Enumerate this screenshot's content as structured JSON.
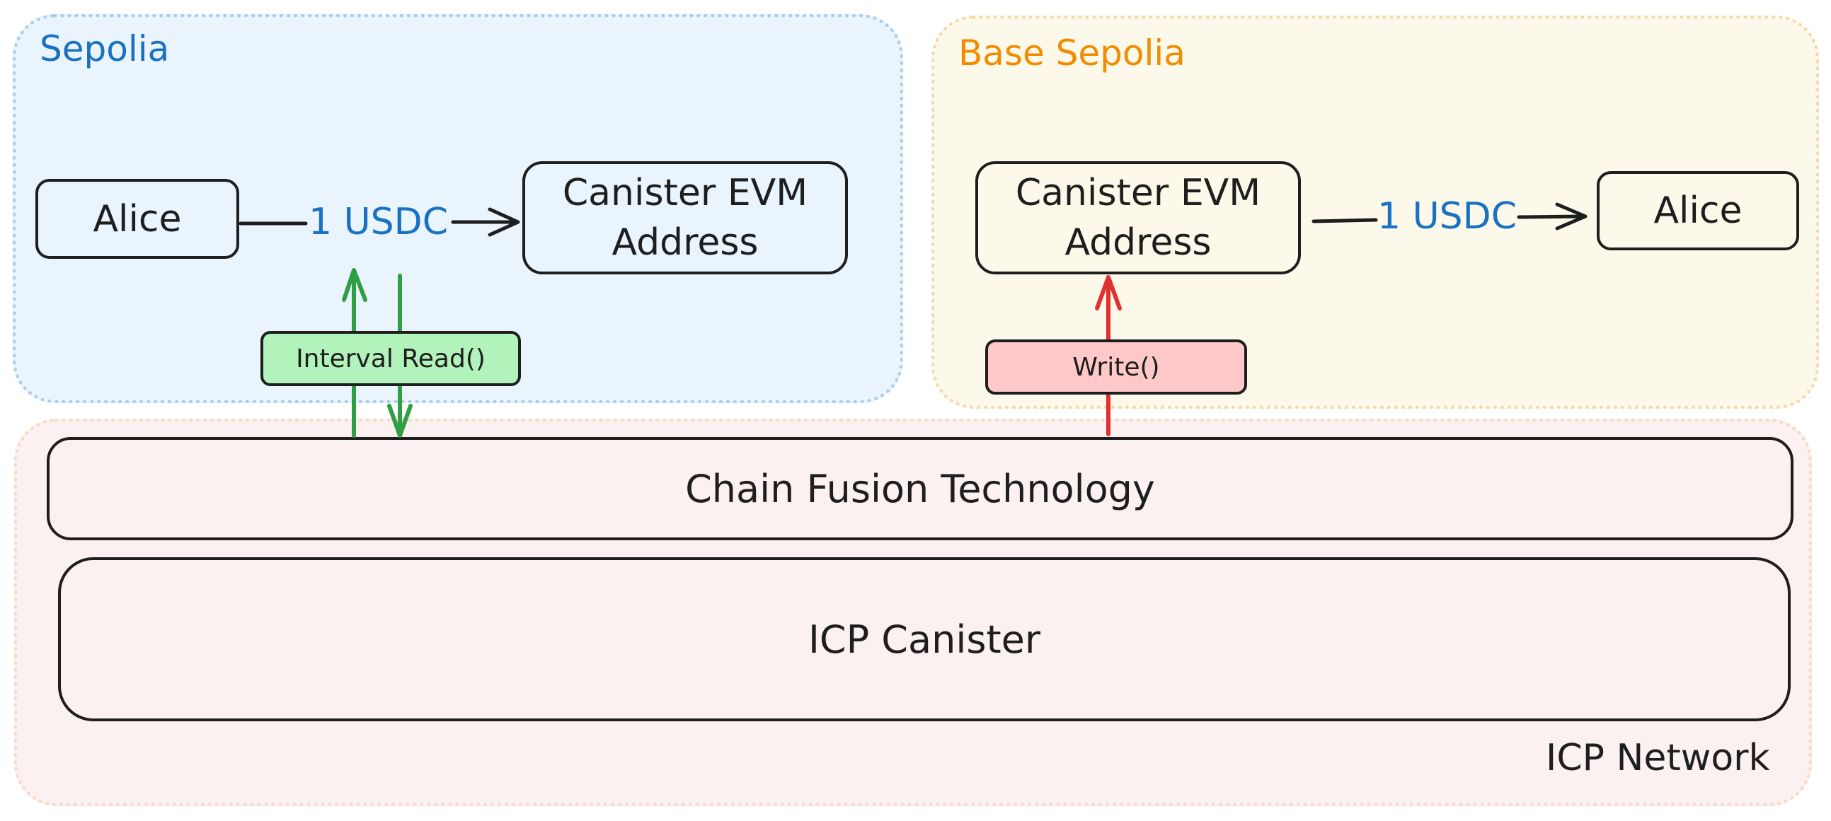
{
  "colors": {
    "sepolia_fill": "#e9f4fd",
    "sepolia_border": "#a9cdee",
    "sepolia_label": "#1971c2",
    "base_fill": "#fdf9ea",
    "base_border": "#f4d9a8",
    "base_label": "#f08c00",
    "icp_fill": "#fcf1f1",
    "icp_border": "#f8d9c4",
    "icp_label": "#1e1e1e",
    "amount": "#1971c2",
    "read_fill": "#b2f2bb",
    "read_arrow": "#2f9e44",
    "write_fill": "#ffc9c9",
    "write_arrow": "#e03131",
    "stroke": "#1e1e1e"
  },
  "regions": {
    "sepolia": {
      "label": "Sepolia"
    },
    "base_sepolia": {
      "label": "Base Sepolia"
    },
    "icp_network": {
      "label": "ICP Network"
    }
  },
  "sepolia_flow": {
    "sender": "Alice",
    "amount": "1 USDC",
    "receiver": "Canister EVM\nAddress"
  },
  "base_flow": {
    "sender": "Canister EVM\nAddress",
    "amount": "1 USDC",
    "receiver": "Alice"
  },
  "operations": {
    "read": "Interval Read()",
    "write": "Write()"
  },
  "layers": {
    "chain_fusion": "Chain Fusion Technology",
    "canister": "ICP Canister"
  }
}
